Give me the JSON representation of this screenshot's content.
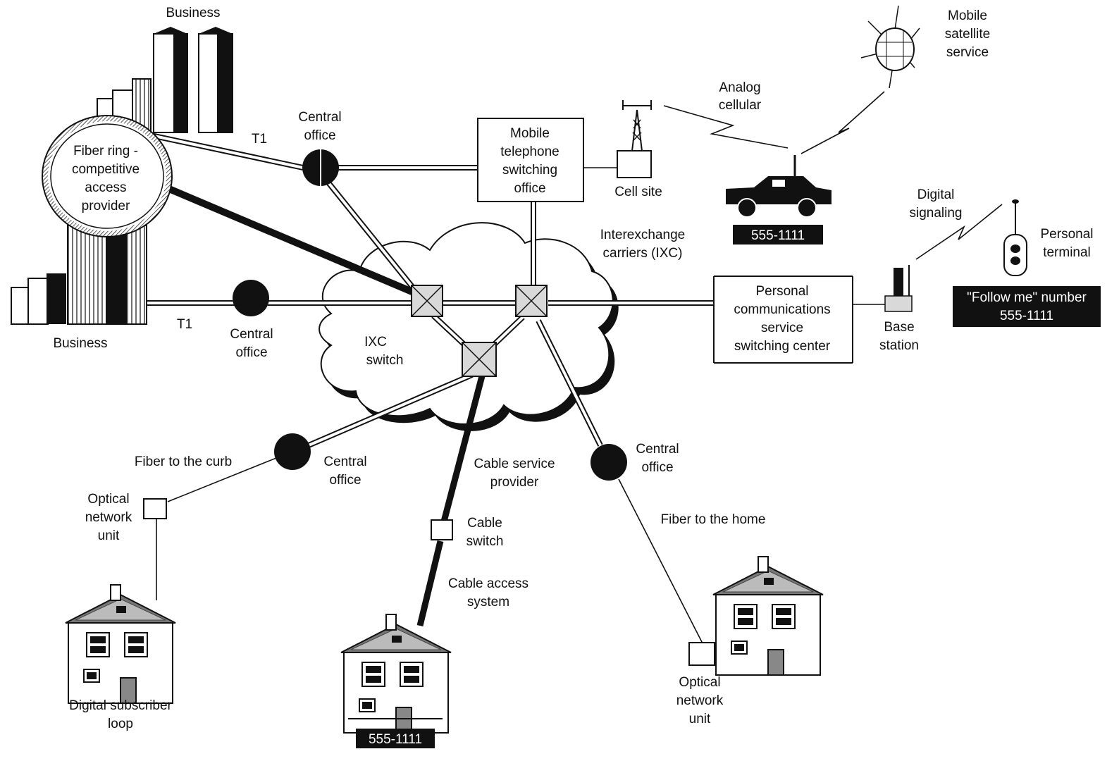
{
  "labels": {
    "business_top": "Business",
    "business_bottom": "Business",
    "fiber_ring": [
      "Fiber ring -",
      "competitive",
      "access",
      "provider"
    ],
    "t1_top": "T1",
    "t1_bottom": "T1",
    "central_office_top": [
      "Central",
      "office"
    ],
    "central_office_left": [
      "Central",
      "office"
    ],
    "central_office_bottom_left": [
      "Central",
      "office"
    ],
    "central_office_bottom_right": [
      "Central",
      "office"
    ],
    "mtso": [
      "Mobile",
      "telephone",
      "switching",
      "office"
    ],
    "cell_site": "Cell site",
    "analog_cellular": [
      "Analog",
      "cellular"
    ],
    "mobile_satellite": [
      "Mobile",
      "satellite",
      "service"
    ],
    "car_number": "555-1111",
    "digital_signaling": [
      "Digital",
      "signaling"
    ],
    "personal_terminal": [
      "Personal",
      "terminal"
    ],
    "ixc": [
      "Interexchange",
      "carriers (IXC)"
    ],
    "ixc_switch": [
      "IXC",
      "switch"
    ],
    "pcs_center": [
      "Personal",
      "communications",
      "service",
      "switching center"
    ],
    "base_station": [
      "Base",
      "station"
    ],
    "follow_me": [
      "\"Follow me\" number",
      "555-1111"
    ],
    "fiber_to_curb": "Fiber to the curb",
    "onu_left": [
      "Optical",
      "network",
      "unit"
    ],
    "dsl": [
      "Digital subscriber",
      "loop"
    ],
    "cable_provider": [
      "Cable service",
      "provider"
    ],
    "cable_switch": [
      "Cable",
      "switch"
    ],
    "cable_access": [
      "Cable access",
      "system"
    ],
    "house_number": "555-1111",
    "fiber_to_home": "Fiber to the home",
    "onu_right": [
      "Optical",
      "network",
      "unit"
    ]
  },
  "colors": {
    "ink": "#111111",
    "switch_fill": "#d9d9d9",
    "label_box": "#111111"
  }
}
